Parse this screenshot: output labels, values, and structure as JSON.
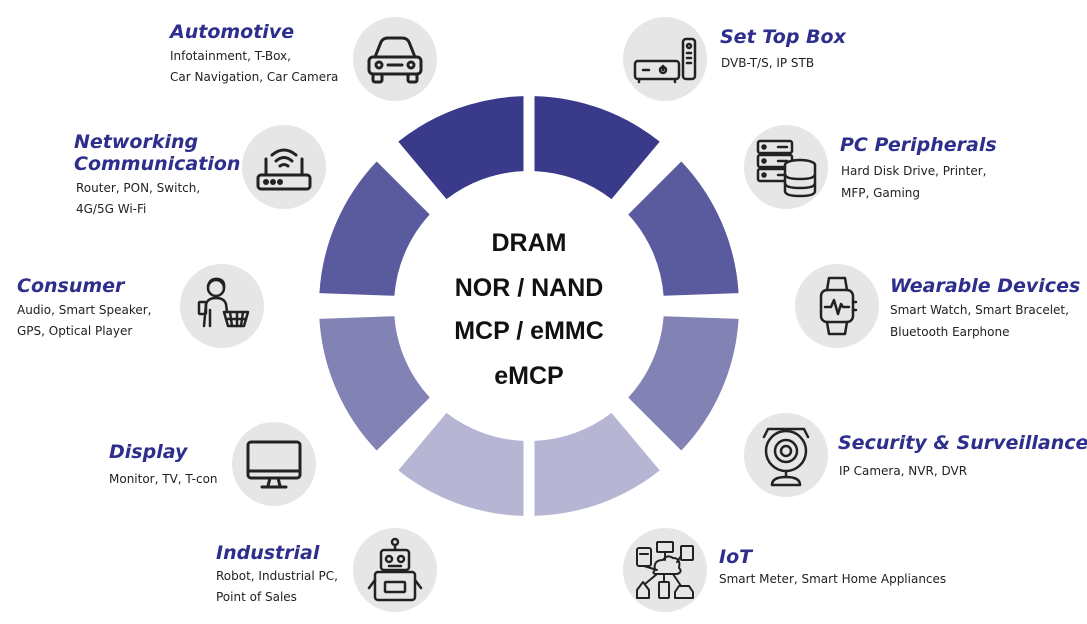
{
  "center": {
    "lines": [
      "DRAM",
      "NOR / NAND",
      "MCP / eMMC",
      "eMCP"
    ]
  },
  "colors": {
    "dark": "#3a3a8a",
    "mid": "#5a5a9e",
    "light": "#8282b4",
    "pale": "#b6b6d4",
    "title": "#2e2e8c",
    "icon_bg": "#e6e6e6"
  },
  "applications": {
    "automotive": {
      "title": "Automotive",
      "desc1": "Infotainment, T-Box,",
      "desc2": "Car Navigation, Car Camera",
      "icon": "car-icon"
    },
    "networking": {
      "title1": "Networking",
      "title2": "Communication",
      "desc1": "Router, PON, Switch,",
      "desc2": "4G/5G Wi-Fi",
      "icon": "router-icon"
    },
    "consumer": {
      "title": "Consumer",
      "desc1": "Audio, Smart Speaker,",
      "desc2": "GPS, Optical Player",
      "icon": "shopper-icon"
    },
    "display": {
      "title": "Display",
      "desc1": "Monitor, TV, T-con",
      "icon": "monitor-icon"
    },
    "industrial": {
      "title": "Industrial",
      "desc1": "Robot, Industrial PC,",
      "desc2": "Point of Sales",
      "icon": "robot-icon"
    },
    "settopbox": {
      "title": "Set Top Box",
      "desc1": "DVB-T/S, IP STB",
      "icon": "set-top-box-icon"
    },
    "pcperipherals": {
      "title": "PC Peripherals",
      "desc1": "Hard Disk Drive, Printer,",
      "desc2": "MFP, Gaming",
      "icon": "server-database-icon"
    },
    "wearable": {
      "title": "Wearable Devices",
      "desc1": "Smart Watch, Smart Bracelet,",
      "desc2": "Bluetooth Earphone",
      "icon": "smartwatch-icon"
    },
    "security": {
      "title": "Security & Surveillance",
      "desc1": "IP Camera, NVR, DVR",
      "icon": "security-camera-icon"
    },
    "iot": {
      "title": "IoT",
      "desc1": "Smart Meter, Smart Home Appliances",
      "icon": "iot-icon"
    }
  }
}
